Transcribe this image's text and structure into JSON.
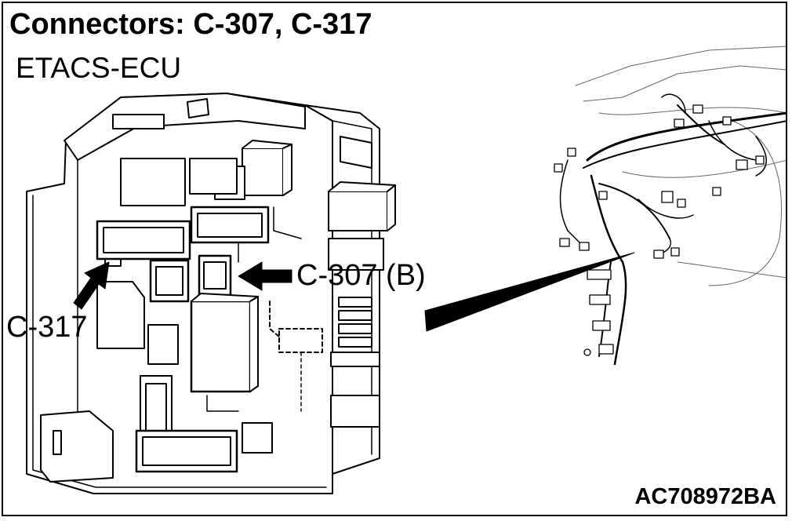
{
  "header": {
    "title": "Connectors: C-307, C-317",
    "subtitle": "ETACS-ECU"
  },
  "callouts": {
    "c307": "C-307 (B)",
    "c317": "C-317"
  },
  "footer": {
    "figure_code": "AC708972BA"
  }
}
